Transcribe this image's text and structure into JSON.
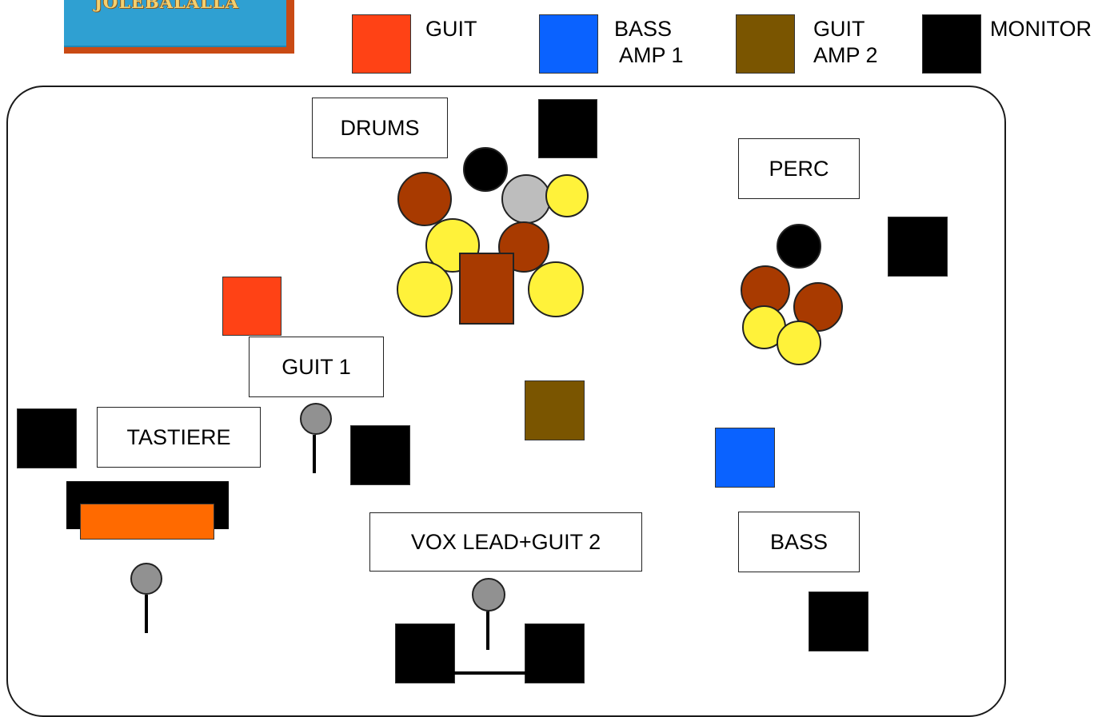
{
  "logo": {
    "text": "JOLEBALALLA"
  },
  "legend": [
    {
      "label": "GUIT",
      "color": "#ff4215"
    },
    {
      "label": "BASS\n AMP 1",
      "color": "#0a62ff"
    },
    {
      "label": "GUIT\nAMP 2",
      "color": "#7a5500"
    },
    {
      "label": "MONITOR",
      "color": "#000000"
    }
  ],
  "stage": {
    "labels": {
      "drums": "DRUMS",
      "perc": "PERC",
      "guit1": "GUIT 1",
      "tastiere": "TASTIERE",
      "vox": "VOX LEAD+GUIT 2",
      "bass": "BASS"
    }
  }
}
